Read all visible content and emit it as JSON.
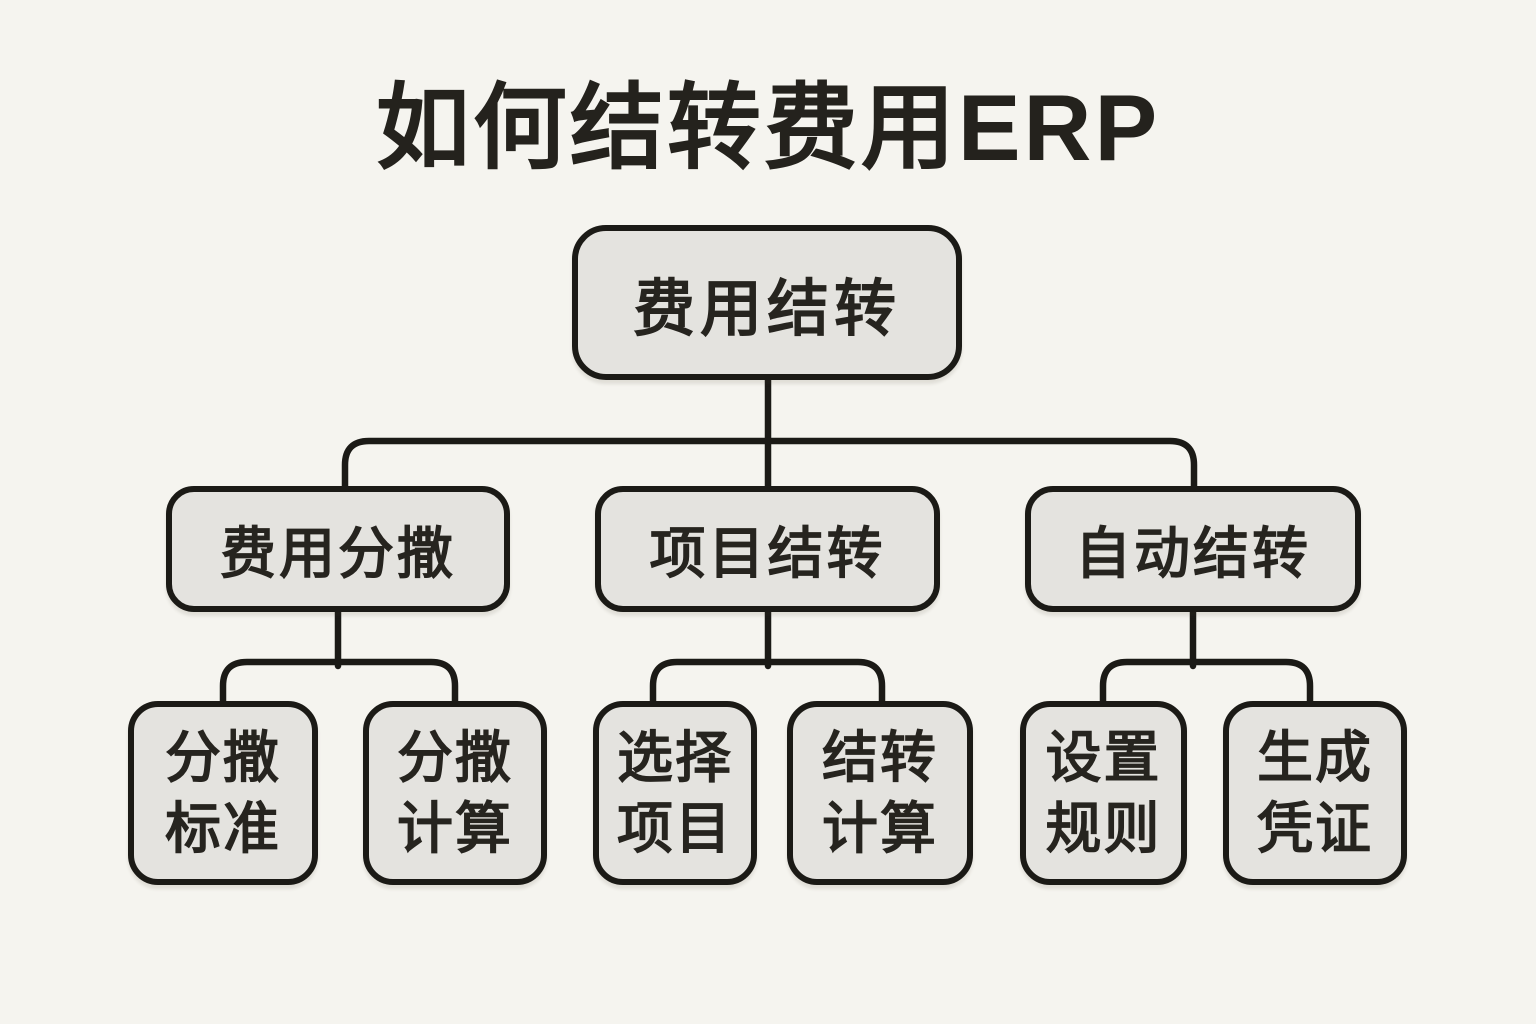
{
  "page": {
    "background_color": "#f5f4ef",
    "node_fill_color": "#e4e3df",
    "line_color": "#1b1a16",
    "text_color": "#26241f"
  },
  "title": "如何结转费用ERP",
  "tree": {
    "root": {
      "label": "费用结转"
    },
    "branches": [
      {
        "label": "费用分撒",
        "children": [
          {
            "label": "分撒\n标准"
          },
          {
            "label": "分撒\n计算"
          }
        ]
      },
      {
        "label": "项目结转",
        "children": [
          {
            "label": "选择\n项目"
          },
          {
            "label": "结转\n计算"
          }
        ]
      },
      {
        "label": "自动结转",
        "children": [
          {
            "label": "设置\n规则"
          },
          {
            "label": "生成\n凭证"
          }
        ]
      }
    ]
  }
}
